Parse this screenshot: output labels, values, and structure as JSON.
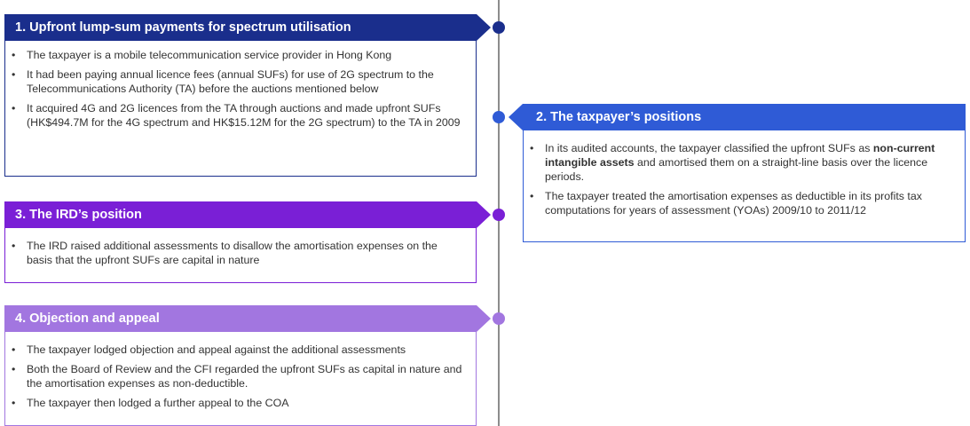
{
  "colors": {
    "s1": "#1a2e8c",
    "s2": "#2f5bd6",
    "s3": "#7a1fd6",
    "s4": "#a276e0",
    "line": "#8c8c8c"
  },
  "sections": {
    "s1": {
      "title": "1. Upfront lump-sum payments for spectrum utilisation",
      "bullets": [
        "The taxpayer is a mobile telecommunication service provider in Hong Kong",
        "It had been paying annual licence fees (annual SUFs) for use of 2G spectrum to the Telecommunications Authority (TA) before the auctions mentioned below",
        "It acquired 4G and 2G licences from the TA through auctions and made upfront SUFs (HK$494.7M for the 4G spectrum and HK$15.12M for the 2G spectrum) to the TA in 2009"
      ]
    },
    "s2": {
      "title": "2. The taxpayer’s positions",
      "b1_pre": "In its audited accounts, the taxpayer classified the upfront SUFs as ",
      "b1_bold": "non-current intangible assets",
      "b1_post": " and amortised them on a straight-line basis over the licence periods.",
      "b2": "The taxpayer treated the amortisation expenses as deductible in its profits tax computations for years of assessment (YOAs) 2009/10 to 2011/12"
    },
    "s3": {
      "title": "3. The IRD’s position",
      "bullets": [
        "The IRD raised additional assessments to disallow the amortisation expenses on the basis that the upfront SUFs are capital in nature"
      ]
    },
    "s4": {
      "title": "4. Objection and appeal",
      "bullets": [
        "The taxpayer lodged objection and appeal against the additional assessments",
        "Both the Board of Review and the CFI regarded the upfront SUFs as capital in nature and the amortisation expenses as non-deductible.",
        "The taxpayer then lodged a further appeal to the COA"
      ]
    }
  }
}
